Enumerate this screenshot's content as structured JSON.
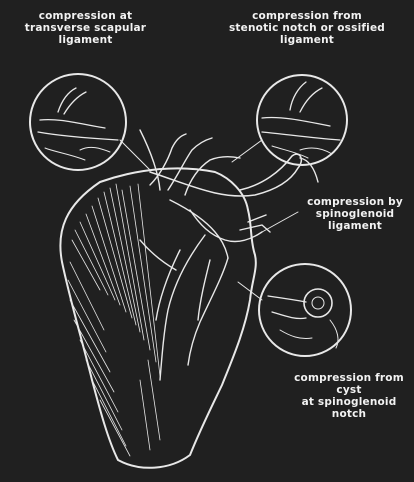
{
  "labels": {
    "top_left": "compression at\ntransverse scapular\nligament",
    "top_right": "compression from\nstenotic notch or ossified\nligament",
    "mid_right": "compression by\nspinoglenoid\nligament",
    "bottom_right": "compression from cyst\nat spinoglenoid notch"
  }
}
